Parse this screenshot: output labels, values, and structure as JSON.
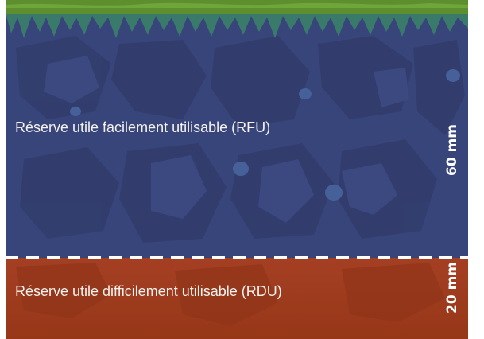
{
  "zones": {
    "rfu": {
      "label": "Réserve utile facilement utilisable (RFU)",
      "measure": "60 mm",
      "color": "#38457a"
    },
    "rdu": {
      "label": "Réserve utile difficilement utilisable (RDU)",
      "measure": "20 mm",
      "color": "#9e3b21"
    }
  },
  "colors": {
    "grass": "#5d8f2e",
    "grass_dark": "#3a7a6a",
    "separator": "#ffffff",
    "arrow": "#ffffff"
  }
}
